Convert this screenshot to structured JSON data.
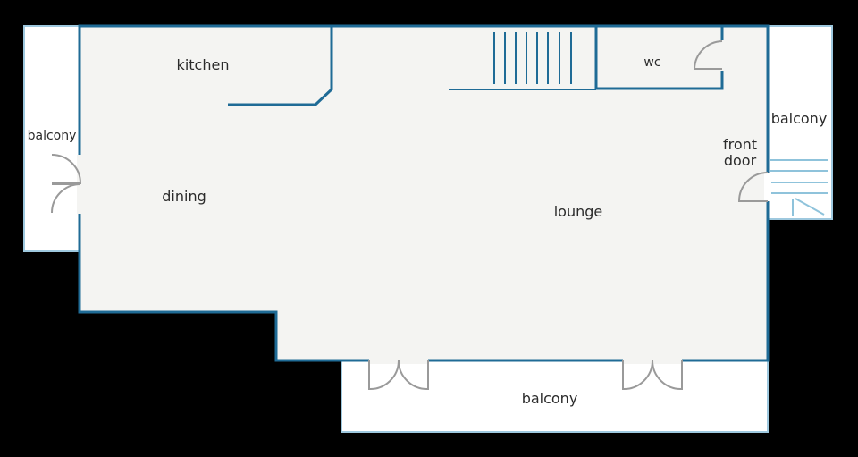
{
  "rooms": {
    "kitchen": "kitchen",
    "wc": "wc",
    "dining": "dining",
    "lounge": "lounge",
    "front_door_line1": "front",
    "front_door_line2": "door",
    "balcony_left": "balcony",
    "balcony_right": "balcony",
    "balcony_bottom": "balcony"
  },
  "colors": {
    "wall": "#1f6b96",
    "floor": "#f4f4f2",
    "balcony_border": "#9ec8de",
    "stair_right": "#8fc3db",
    "door": "#9a9a9a",
    "background": "#000000"
  }
}
